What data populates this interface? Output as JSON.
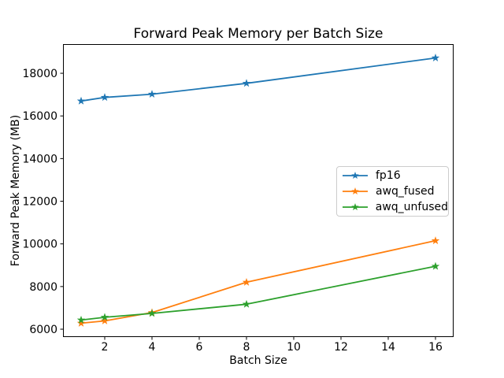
{
  "window": {
    "background": "#ffffff"
  },
  "chart_data": {
    "type": "line",
    "title": "Forward Peak Memory per Batch Size",
    "xlabel": "Batch Size",
    "ylabel": "Forward Peak Memory (MB)",
    "x": [
      1,
      2,
      4,
      8,
      16
    ],
    "series": [
      {
        "name": "fp16",
        "color": "#1f77b4",
        "marker": "star",
        "values": [
          16700,
          16870,
          17020,
          17530,
          18720
        ]
      },
      {
        "name": "awq_fused",
        "color": "#ff7f0e",
        "marker": "star",
        "values": [
          6280,
          6390,
          6780,
          8200,
          10150
        ]
      },
      {
        "name": "awq_unfused",
        "color": "#2ca02c",
        "marker": "star",
        "values": [
          6430,
          6560,
          6740,
          7170,
          8950
        ]
      }
    ],
    "xticks": [
      2,
      4,
      6,
      8,
      10,
      12,
      14,
      16
    ],
    "yticks": [
      6000,
      8000,
      10000,
      12000,
      14000,
      16000,
      18000
    ],
    "xlim": [
      0.25,
      16.75
    ],
    "ylim": [
      5650,
      19350
    ],
    "grid": false,
    "legend_position": "center-right",
    "axis_color": "#000000",
    "background": "#ffffff"
  }
}
